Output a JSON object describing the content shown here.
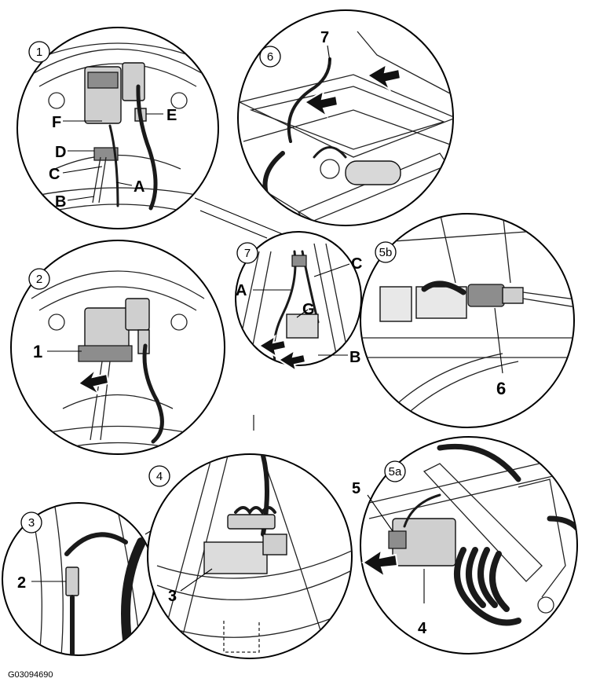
{
  "figure_id": "G03094690",
  "panels": [
    {
      "step": "1",
      "callouts": [
        "F",
        "E",
        "D",
        "C",
        "A",
        "B"
      ]
    },
    {
      "step": "2",
      "callouts": [
        "1"
      ]
    },
    {
      "step": "3",
      "callouts": [
        "2"
      ]
    },
    {
      "step": "4",
      "callouts": [
        "3"
      ]
    },
    {
      "step": "5a",
      "callouts": [
        "5",
        "4"
      ]
    },
    {
      "step": "5b",
      "callouts": [
        "6"
      ]
    },
    {
      "step": "6",
      "callouts": [
        "7"
      ]
    },
    {
      "step": "7",
      "callouts": [
        "C",
        "A",
        "G",
        "B"
      ]
    }
  ]
}
